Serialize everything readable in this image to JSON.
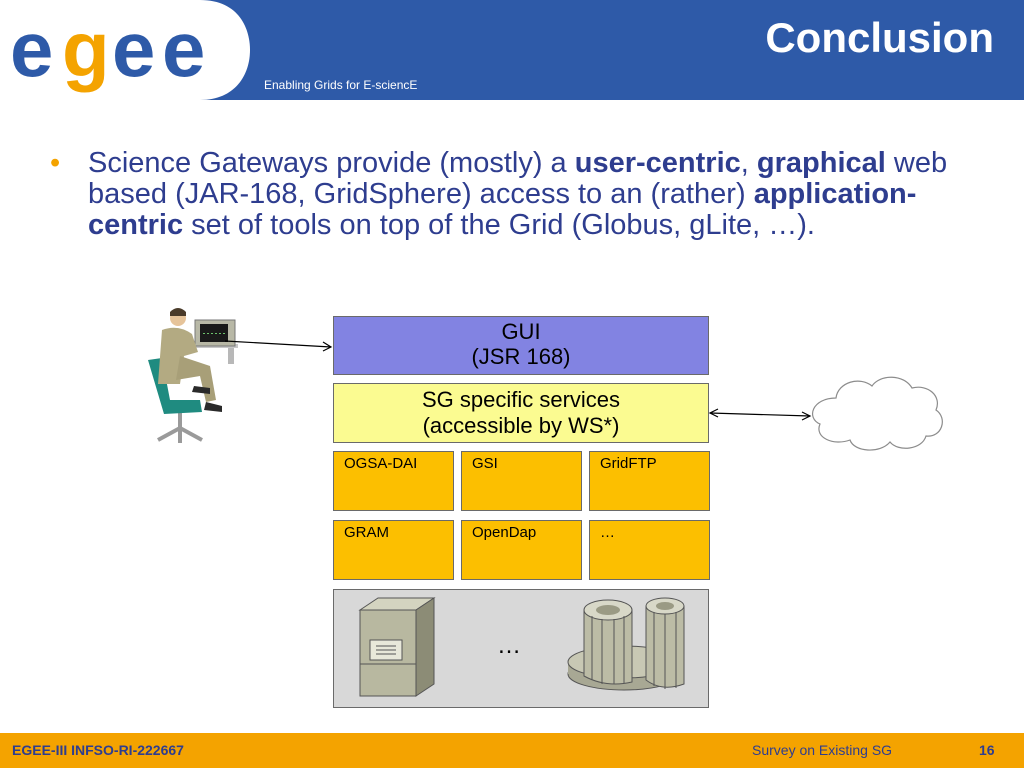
{
  "header": {
    "logo_text": "egee",
    "title": "Conclusion",
    "tagline": "Enabling Grids for E-sciencE"
  },
  "bullet": {
    "t1": "Science Gateways provide (mostly) a ",
    "b1": "user-centric",
    "t2": ", ",
    "b2": "graphical",
    "t3": " web based (JAR-168, GridSphere) access to an (rather) ",
    "b3": "application-centric",
    "t4": " set of tools on top of the Grid (Globus, gLite, …)."
  },
  "diagram": {
    "gui_line1": "GUI",
    "gui_line2": "(JSR 168)",
    "sg_line1": "SG specific services",
    "sg_line2": "(accessible by WS*)",
    "services": [
      "OGSA-DAI",
      "GSI",
      "GridFTP",
      "GRAM",
      "OpenDap",
      "…"
    ],
    "resources_label": "…"
  },
  "footer": {
    "left": "EGEE-III INFSO-RI-222667",
    "right": "Survey on Existing SG",
    "page": "16"
  },
  "colors": {
    "header_blue": "#2e5aa8",
    "footer_orange": "#f4a300",
    "gui_purple": "#8283e2",
    "sg_yellow": "#fbfb91",
    "service_orange": "#fcbf00"
  }
}
